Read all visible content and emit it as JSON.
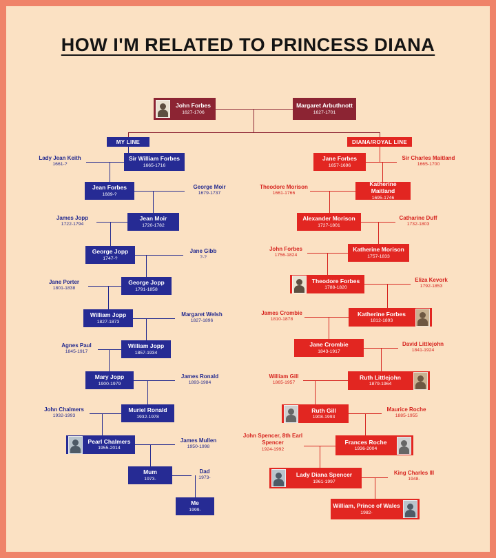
{
  "title": "HOW I'M RELATED TO PRINCESS DIANA",
  "root_couple": {
    "husband": {
      "name": "John Forbes",
      "dates": "1627-1706",
      "portrait": "left"
    },
    "wife": {
      "name": "Margaret Arbuthnott",
      "dates": "1627-1701"
    }
  },
  "my_line": {
    "label": "MY LINE",
    "generations": [
      {
        "person": {
          "name": "Sir William Forbes",
          "dates": "1665-1716"
        },
        "spouse": {
          "name": "Lady Jean Keith",
          "dates": "1661-?",
          "side": "left"
        }
      },
      {
        "person": {
          "name": "Jean Forbes",
          "dates": "1689-?"
        },
        "spouse": {
          "name": "George Moir",
          "dates": "1679-1737",
          "side": "right"
        }
      },
      {
        "person": {
          "name": "Jean Moir",
          "dates": "1720-1782"
        },
        "spouse": {
          "name": "James Jopp",
          "dates": "1722-1794",
          "side": "left"
        }
      },
      {
        "person": {
          "name": "George Jopp",
          "dates": "1747-?"
        },
        "spouse": {
          "name": "Jane Gibb",
          "dates": "?-?",
          "side": "right"
        }
      },
      {
        "person": {
          "name": "George Jopp",
          "dates": "1791-1858"
        },
        "spouse": {
          "name": "Jane Porter",
          "dates": "1801-1838",
          "side": "left"
        }
      },
      {
        "person": {
          "name": "William Jopp",
          "dates": "1827-1873"
        },
        "spouse": {
          "name": "Margaret Welsh",
          "dates": "1827-1896",
          "side": "right"
        }
      },
      {
        "person": {
          "name": "William Jopp",
          "dates": "1857-1934"
        },
        "spouse": {
          "name": "Agnes Paul",
          "dates": "1845-1917",
          "side": "left"
        }
      },
      {
        "person": {
          "name": "Mary Jopp",
          "dates": "1900-1979"
        },
        "spouse": {
          "name": "James Ronald",
          "dates": "1893-1984",
          "side": "right"
        }
      },
      {
        "person": {
          "name": "Muriel Ronald",
          "dates": "1932-1978"
        },
        "spouse": {
          "name": "John Chalmers",
          "dates": "1932-1993",
          "side": "left"
        }
      },
      {
        "person": {
          "name": "Pearl Chalmers",
          "dates": "1955-2014",
          "portrait": "left"
        },
        "spouse": {
          "name": "James Mullen",
          "dates": "1950-1998",
          "side": "right"
        }
      },
      {
        "person": {
          "name": "Mum",
          "dates": "1973-"
        },
        "spouse": {
          "name": "Dad",
          "dates": "1973-",
          "side": "right"
        }
      },
      {
        "person": {
          "name": "Me",
          "dates": "1999-"
        }
      }
    ]
  },
  "royal_line": {
    "label": "DIANA/ROYAL LINE",
    "generations": [
      {
        "person": {
          "name": "Jane Forbes",
          "dates": "1657-1696"
        },
        "spouse": {
          "name": "Sir Charles Maitland",
          "dates": "1665-1700",
          "side": "right"
        }
      },
      {
        "person": {
          "name": "Katherine Maitland",
          "dates": "1695-1746"
        },
        "spouse": {
          "name": "Theodore Morison",
          "dates": "1661-1766",
          "side": "left"
        }
      },
      {
        "person": {
          "name": "Alexander Morison",
          "dates": "1727-1801"
        },
        "spouse": {
          "name": "Catharine Duff",
          "dates": "1732-1803",
          "side": "right"
        }
      },
      {
        "person": {
          "name": "Katherine Morison",
          "dates": "1757-1833"
        },
        "spouse": {
          "name": "John Forbes",
          "dates": "1756-1824",
          "side": "left"
        }
      },
      {
        "person": {
          "name": "Theodore Forbes",
          "dates": "1788-1820",
          "portrait": "left"
        },
        "spouse": {
          "name": "Eliza Kevork",
          "dates": "1792-1853",
          "side": "right"
        }
      },
      {
        "person": {
          "name": "Katherine Forbes",
          "dates": "1812-1893",
          "portrait": "right"
        },
        "spouse": {
          "name": "James Crombie",
          "dates": "1810-1878",
          "side": "left"
        }
      },
      {
        "person": {
          "name": "Jane Crombie",
          "dates": "1843-1917"
        },
        "spouse": {
          "name": "David Littlejohn",
          "dates": "1841-1924",
          "side": "right"
        }
      },
      {
        "person": {
          "name": "Ruth Littlejohn",
          "dates": "1879-1964",
          "portrait": "right"
        },
        "spouse": {
          "name": "William Gill",
          "dates": "1865-1957",
          "side": "left"
        }
      },
      {
        "person": {
          "name": "Ruth Gill",
          "dates": "1908-1993",
          "portrait": "left"
        },
        "spouse": {
          "name": "Maurice Roche",
          "dates": "1885-1955",
          "side": "right"
        }
      },
      {
        "person": {
          "name": "Frances Roche",
          "dates": "1936-2004",
          "portrait": "right"
        },
        "spouse": {
          "name": "John Spencer, 8th Earl Spencer",
          "dates": "1924-1992",
          "side": "left"
        }
      },
      {
        "person": {
          "name": "Lady Diana Spencer",
          "dates": "1961-1997",
          "portrait": "left"
        },
        "spouse": {
          "name": "King Charles III",
          "dates": "1948-",
          "side": "right"
        }
      },
      {
        "person": {
          "name": "William, Prince of Wales",
          "dates": "1982-",
          "portrait": "right"
        }
      }
    ]
  },
  "colors": {
    "background": "#fbe1c3",
    "frame": "#ef8369",
    "root_box": "#8c2433",
    "my_line_accent": "#262b94",
    "royal_line_accent": "#e22621"
  }
}
